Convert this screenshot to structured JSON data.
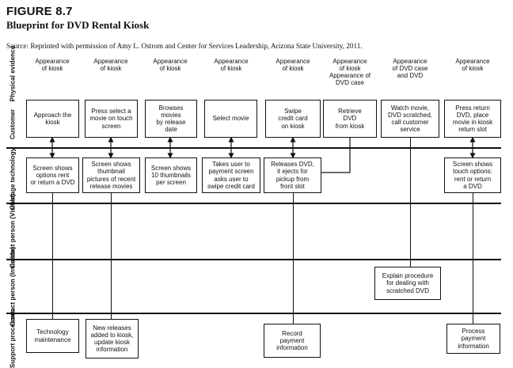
{
  "figure": {
    "label": "FIGURE 8.7",
    "title": "Blueprint for DVD Rental Kiosk",
    "source": "Source: Reprinted with permission of Amy L. Ostrom and Center for Services Leadership, Arizona State University, 2011."
  },
  "lanes": {
    "physical": "Physical\nevidence",
    "customer": "Customer",
    "onstage": "Onstage\ntechnology",
    "contact_visible": "Contact person\n(Visible)",
    "contact_invisible": "Contact person\n(Invisible)",
    "support": "Support\nprocesses"
  },
  "evidence": [
    "Appearance\nof kiosk",
    "Appearance\nof kiosk",
    "Appearance\nof kiosk",
    "Appearance\nof kiosk",
    "Appearance\nof kiosk",
    "Appearance\nof kiosk\nAppearance of\nDVD case",
    "Appearance\nof DVD case\nand DVD",
    "Appearance\nof kiosk"
  ],
  "customer": [
    "Approach the\nkiosk",
    "Press select a\nmovie on touch\nscreen",
    "Browses\nmovies\nby release\ndate",
    "Select movie",
    "Swipe\ncredit card\non kiosk",
    "Retrieve\nDVD\nfrom kiosk",
    "Watch movie,\nDVD scratched,\ncall customer\nservice",
    "Press return\nDVD, place\nmovie in kiosk\nreturn slot"
  ],
  "onstage": [
    "Screen shows\noptions rent\nor return a DVD",
    "Screen shows\nthumbnail\npictures of recent\nrelease movies",
    "Screen shows\n10 thumbnails\nper screen",
    "Takes user to\npayment screen\nasks user to\nswipe credit card",
    "Releases DVD,\nit ejects for\npickup from\nfront slot",
    "Screen shows\ntouch options:\nrent or return\na DVD"
  ],
  "contact_invisible": [
    "Explain procedure\nfor dealing with\nscratched DVD"
  ],
  "support": [
    "Technology\nmaintenance",
    "New releases\nadded to kiosk,\nupdate kiosk\ninformation",
    "Record\npayment\ninformation",
    "Process\npayment\ninformation"
  ]
}
